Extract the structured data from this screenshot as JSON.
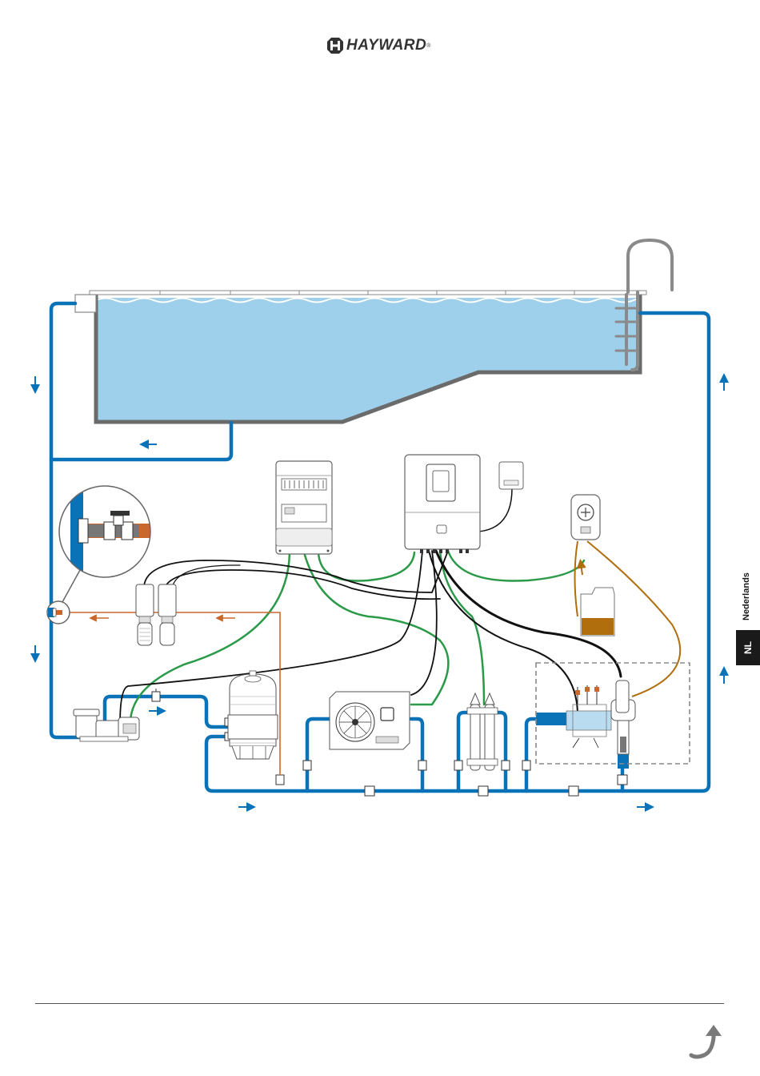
{
  "brand": {
    "name": "HAYWARD",
    "registered": "®"
  },
  "language_tab": {
    "code": "NL",
    "name": "Nederlands"
  },
  "colors": {
    "pipe_blue": "#0a73b8",
    "water_blue": "#9fd0eb",
    "pool_wall": "#6b6b6b",
    "cable_green": "#2a9a48",
    "cable_black": "#111111",
    "pipe_orange": "#c8682c",
    "chemical_brown": "#b06e0c",
    "zone_dashed": "#8a8a8a",
    "tab_black": "#1a1a1a"
  },
  "components": [
    {
      "id": "pool",
      "icon": "pool-basin-icon"
    },
    {
      "id": "pool-ladder",
      "icon": "ladder-icon"
    },
    {
      "id": "skimmer",
      "icon": "skimmer-icon"
    },
    {
      "id": "pump",
      "icon": "pump-icon"
    },
    {
      "id": "sand-filter",
      "icon": "filter-tank-icon"
    },
    {
      "id": "electrical-panel",
      "icon": "breaker-panel-icon"
    },
    {
      "id": "controller",
      "icon": "controller-box-icon"
    },
    {
      "id": "sensor-box",
      "icon": "sensor-box-icon"
    },
    {
      "id": "dosing-pump",
      "icon": "dosing-pump-icon"
    },
    {
      "id": "chemical-tank",
      "icon": "chemical-tank-icon"
    },
    {
      "id": "heat-pump",
      "icon": "heat-pump-icon"
    },
    {
      "id": "uv-sterilizer",
      "icon": "uv-lamp-icon"
    },
    {
      "id": "electrolysis-cell",
      "icon": "salt-cell-icon"
    },
    {
      "id": "flowmeter-valves",
      "icon": "flow-valve-icon"
    },
    {
      "id": "valve-detail",
      "icon": "magnify-detail-icon"
    }
  ],
  "flow_direction_icons": [
    "arrow-down-icon",
    "arrow-left-icon",
    "arrow-right-icon",
    "arrow-up-icon"
  ],
  "footer": {
    "next_page_icon": "curved-arrow-icon"
  }
}
